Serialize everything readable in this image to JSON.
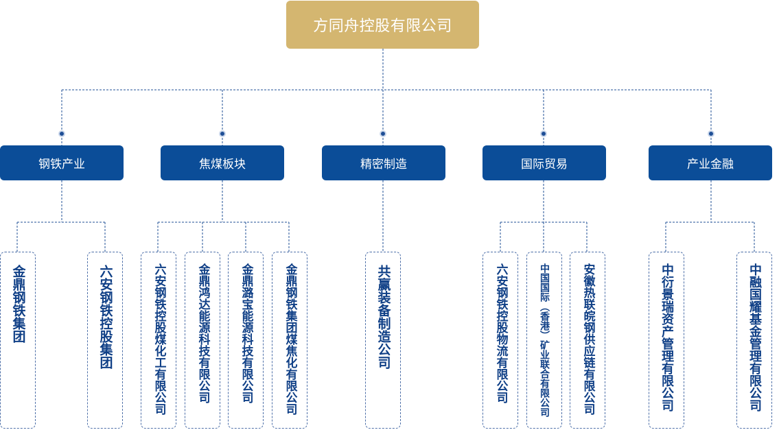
{
  "root": {
    "label": "方同舟控股有限公司"
  },
  "categories": [
    {
      "label": "钢铁产业",
      "companies": [
        "金鼎钢铁集团",
        "六安钢铁控股集团"
      ]
    },
    {
      "label": "焦煤板块",
      "companies": [
        "六安钢铁控股煤化工有限公司",
        "金鼎鸿达能源科技有限公司",
        "金鼎潞宝能源科技有限公司",
        "金鼎钢铁集团煤焦化有限公司"
      ]
    },
    {
      "label": "精密制造",
      "companies": [
        "共赢装备制造公司"
      ]
    },
    {
      "label": "国际贸易",
      "companies": [
        "六安钢铁控股物流有限公司",
        "中国国际（香港）矿业联合有限公司",
        "安徽热联皖钢供应链有限公司"
      ]
    },
    {
      "label": "产业金融",
      "companies": [
        "中衍景瑞资产管理有限公司",
        "中融国耀基金管理有限公司"
      ]
    }
  ],
  "colors": {
    "root": "#d4b670",
    "category": "#0b4d98",
    "connector": "#1f4f96",
    "sub_text": "#0f3f86"
  }
}
